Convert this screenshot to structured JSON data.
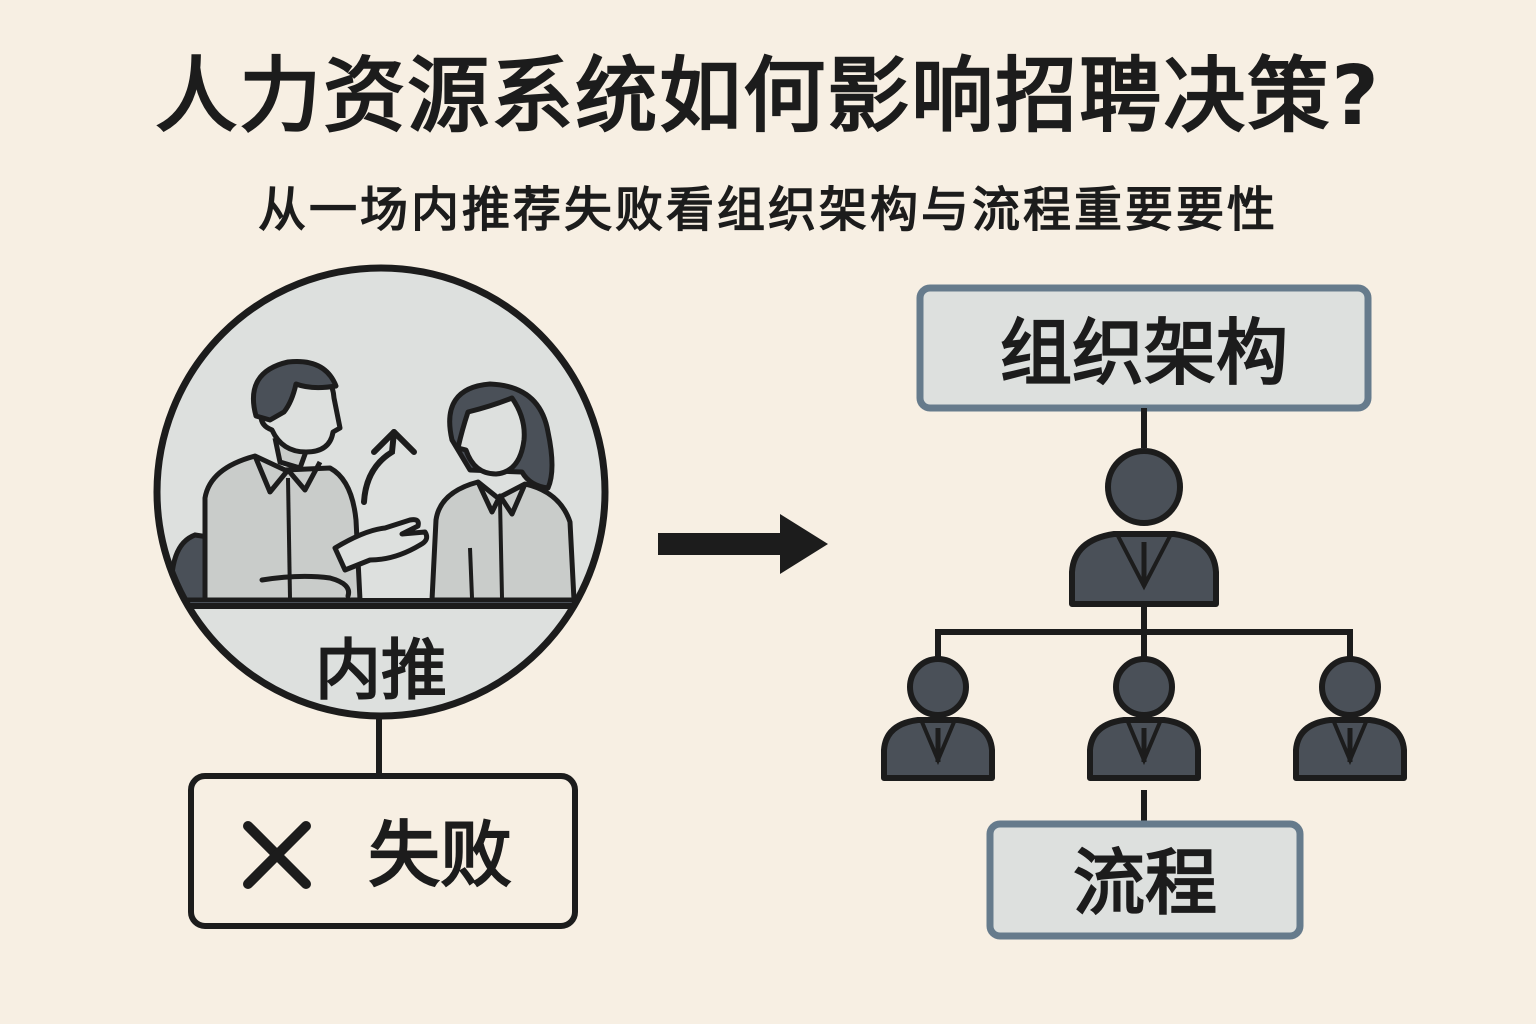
{
  "header": {
    "title": "人力资源系统如何影响招聘决策?",
    "subtitle": "从一场内推荐失败看组织架构与流程重要要性"
  },
  "left": {
    "label": "内推",
    "result_mark": "✕",
    "result_text": "失败"
  },
  "right": {
    "top_box": "组织架构",
    "bottom_box": "流程"
  },
  "colors": {
    "background": "#f7efe3",
    "stroke": "#1c1c1c",
    "figure": "#4a5058",
    "panel": "#dde0de",
    "box_border": "#667b8c",
    "box_fill": "#dde0de",
    "person_fill": "#c9ccca"
  }
}
